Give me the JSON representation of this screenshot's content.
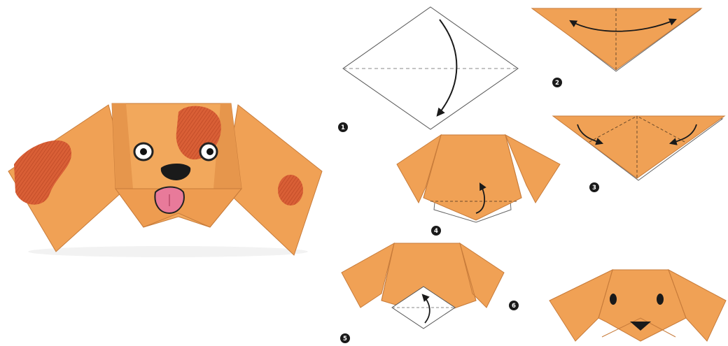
{
  "colors": {
    "paper": "#f0a155",
    "paper_shadow": "#d8894a",
    "fold_line": "#6b4a2a",
    "spot": "#d95f36",
    "tongue": "#e87a9a",
    "dark": "#1a1a1a",
    "white_paper": "#ffffff",
    "outline": "#555555"
  },
  "steps": [
    {
      "number": "1",
      "name": "step-1"
    },
    {
      "number": "2",
      "name": "step-2"
    },
    {
      "number": "3",
      "name": "step-3"
    },
    {
      "number": "4",
      "name": "step-4"
    },
    {
      "number": "5",
      "name": "step-5"
    },
    {
      "number": "6",
      "name": "step-6"
    }
  ]
}
